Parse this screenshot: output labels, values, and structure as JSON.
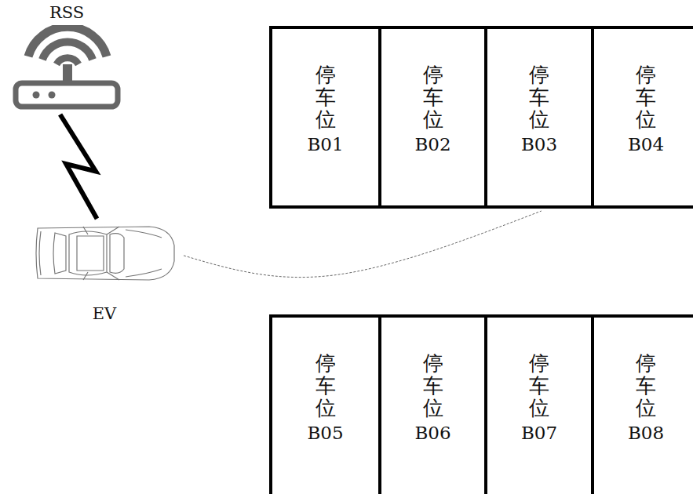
{
  "diagram": {
    "nodes": [
      {
        "text": [
          "RSS"
        ]
      },
      {
        "text": [
          "EV"
        ]
      },
      {
        "text": [
          "停车位",
          "B01"
        ]
      },
      {
        "text": [
          "停车位",
          "B02"
        ]
      },
      {
        "text": [
          "停车位",
          "B03"
        ]
      },
      {
        "text": [
          "停车位",
          "B04"
        ]
      },
      {
        "text": [
          "停车位",
          "B05"
        ]
      },
      {
        "text": [
          "停车位",
          "B06"
        ]
      },
      {
        "text": [
          "停车位",
          "B07"
        ]
      },
      {
        "text": [
          "停车位",
          "B08"
        ]
      }
    ],
    "edges": [
      {
        "from": 0,
        "to": 1,
        "arrow": "none"
      },
      {
        "from": 1,
        "to": 4,
        "arrow": "none"
      }
    ]
  }
}
